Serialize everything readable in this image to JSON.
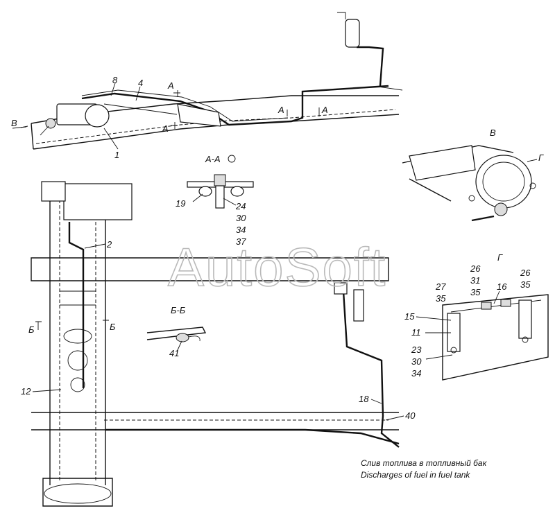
{
  "watermark": "AutoSoft",
  "callouts": {
    "c1": "1",
    "c2": "2",
    "c4": "4",
    "c8": "8",
    "c11": "11",
    "c12": "12",
    "c15": "15",
    "c16": "16",
    "c18": "18",
    "c19": "19",
    "c23": "23",
    "c24": "24",
    "c26a": "26",
    "c26b": "26",
    "c27": "27",
    "c30a": "30",
    "c30b": "30",
    "c31": "31",
    "c34a": "34",
    "c34b": "34",
    "c35a": "35",
    "c35b": "35",
    "c35c": "35",
    "c37": "37",
    "c40": "40",
    "c41": "41"
  },
  "section_marks": {
    "view_b_arrow": "В",
    "a_top": "А",
    "a_bottom": "А",
    "a_mid_left": "А",
    "a_mid_right": "А",
    "b_left": "Б",
    "b_right": "Б",
    "g_arrow": "Г"
  },
  "view_titles": {
    "aa": "А-А",
    "bb": "Б-Б",
    "v": "В",
    "g": "Г"
  },
  "notes": {
    "drain_ru": "Слив топлива в топливный бак",
    "drain_en": "Discharges of fuel in fuel tank"
  }
}
